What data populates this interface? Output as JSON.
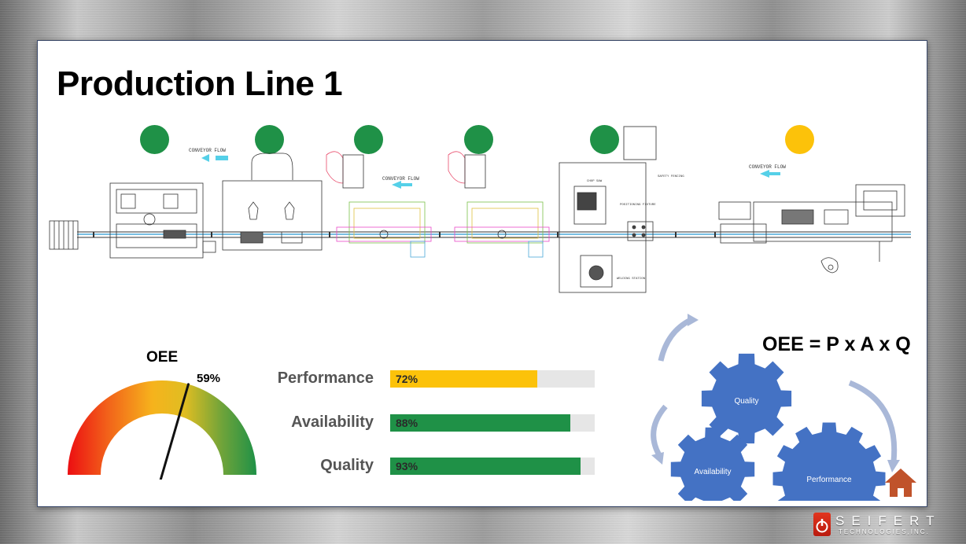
{
  "page": {
    "title": "Production Line 1"
  },
  "status_lights": [
    {
      "station": 1,
      "status": "green",
      "color": "#1f9147"
    },
    {
      "station": 2,
      "status": "green",
      "color": "#1f9147"
    },
    {
      "station": 3,
      "status": "green",
      "color": "#1f9147"
    },
    {
      "station": 4,
      "status": "green",
      "color": "#1f9147"
    },
    {
      "station": 5,
      "status": "green",
      "color": "#1f9147"
    },
    {
      "station": 6,
      "status": "amber",
      "color": "#fcc20a"
    }
  ],
  "drawing_labels": {
    "conveyor_flow_1": "CONVEYOR FLOW",
    "conveyor_flow_2": "CONVEYOR FLOW",
    "conveyor_flow_3": "CONVEYOR FLOW",
    "safety_fencing": "SAFETY FENCING",
    "positioning_fixture": "POSITIONING FIXTURE",
    "chop_saw": "CHOP SAW",
    "welding_station": "WELDING STATION"
  },
  "oee": {
    "label": "OEE",
    "value_text": "59%",
    "value": 59
  },
  "metrics": [
    {
      "key": "performance",
      "label": "Performance",
      "value_text": "72%",
      "value": 72,
      "color": "#fcc20a"
    },
    {
      "key": "availability",
      "label": "Availability",
      "value_text": "88%",
      "value": 88,
      "color": "#1f9147"
    },
    {
      "key": "quality",
      "label": "Quality",
      "value_text": "93%",
      "value": 93,
      "color": "#1f9147"
    }
  ],
  "gears": {
    "quality": "Quality",
    "availability": "Availability",
    "performance": "Performance",
    "color": "#4472c4"
  },
  "formula": "OEE = P x A x Q",
  "home_icon": "home-icon",
  "logo": {
    "name": "SEIFERT",
    "sub": "TECHNOLOGIES,INC."
  },
  "colors": {
    "green": "#1f9147",
    "amber": "#fcc20a",
    "gear_blue": "#4472c4",
    "home": "#c0532b"
  }
}
